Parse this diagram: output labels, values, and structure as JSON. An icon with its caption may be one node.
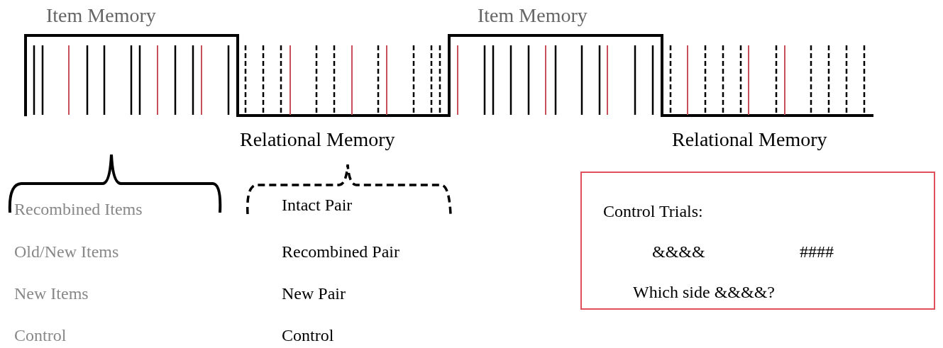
{
  "diagram": {
    "nodes": [
      {
        "text": [
          "Control Trials:",
          "&&&&",
          "####",
          "Which side &&&&?"
        ]
      }
    ],
    "labels": [
      "Item Memory",
      "Item Memory",
      "Relational Memory",
      "Relational Memory",
      "Recombined Items",
      "Intact Pair",
      "Old/New Items",
      "Recombined Pair",
      "New Items",
      "New Pair",
      "Control",
      "Control"
    ]
  }
}
